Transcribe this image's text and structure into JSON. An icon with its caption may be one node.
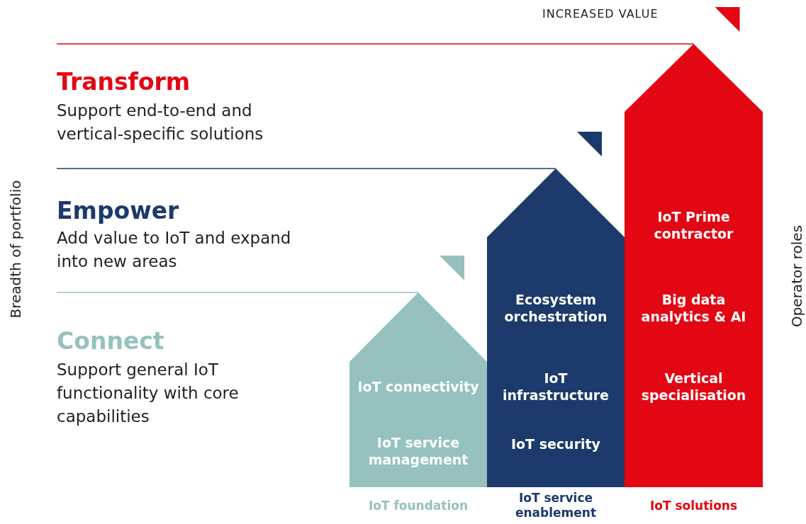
{
  "diagram": {
    "nodes": [
      {
        "text": [
          "IoT connectivity",
          "IoT service management"
        ],
        "beside": [
          "IoT foundation"
        ]
      },
      {
        "text": [
          "Ecosystem orchestration",
          "IoT infrastructure",
          "IoT security"
        ],
        "beside": [
          "IoT service enablement"
        ]
      },
      {
        "text": [
          "IoT Prime contractor",
          "Big data analytics & AI",
          "Vertical specialisation"
        ],
        "beside": [
          "IoT solutions"
        ]
      }
    ],
    "edges": [],
    "labels": [
      "INCREASED VALUE",
      "Transform",
      "Support end-to-end and vertical-specific solutions",
      "Empower",
      "Add value to IoT and expand into new areas",
      "Connect",
      "Support general IoT functionality with core capabilities",
      "Breadth of portfolio",
      "Operator roles"
    ]
  }
}
